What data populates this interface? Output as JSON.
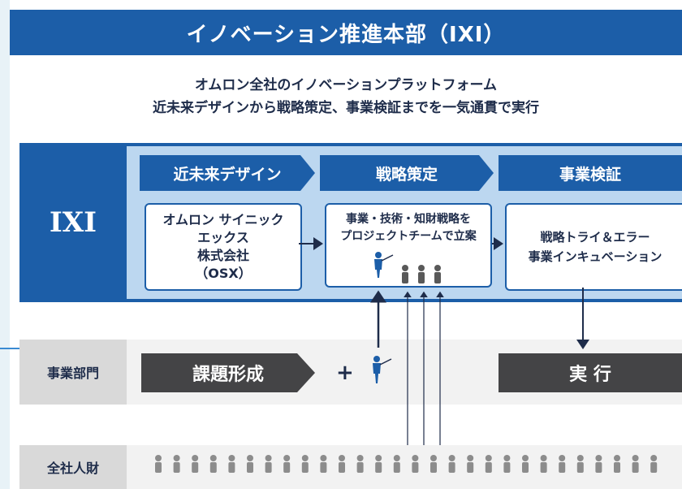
{
  "title": "イノベーション推進本部（IXI）",
  "subtitle_line1": "オムロン全社のイノベーションプラットフォーム",
  "subtitle_line2": "近未来デザインから戦略策定、事業検証までを一気通貫で実行",
  "ixi_label": "IXI",
  "phases": [
    "近未来デザイン",
    "戦略策定",
    "事業検証"
  ],
  "box_osx": {
    "line1": "オムロン サイニック",
    "line2": "エックス",
    "line3": "株式会社",
    "line4": "（OSX）"
  },
  "box_strategy": {
    "line1": "事業・技術・知財戦略を",
    "line2": "プロジェクトチームで立案"
  },
  "box_trial": {
    "line1": "戦略トライ＆エラー",
    "line2": "事業インキュベーション"
  },
  "business_row": {
    "label": "事業部門",
    "task": "課題形成",
    "plus": "+",
    "execute": "実 行"
  },
  "talent_row": {
    "label": "全社人財"
  },
  "colors": {
    "brand_blue": "#1c5ea8",
    "light_blue": "#bcd7f0",
    "dark_gray": "#444446",
    "person_gray": "#8c8c8c"
  }
}
